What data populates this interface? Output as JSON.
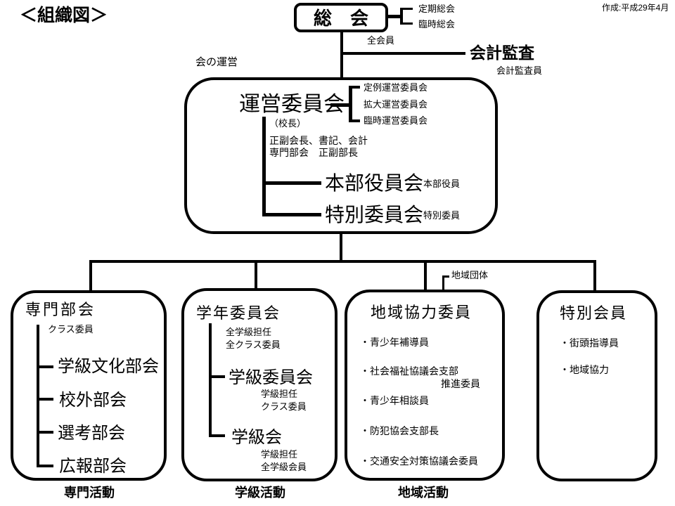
{
  "doc": {
    "title": "＜組織図＞",
    "created": "作成:平成29年4月"
  },
  "assembly": {
    "name": "総　会",
    "sub_items": [
      "定期総会",
      "臨時総会"
    ],
    "members": "全会員"
  },
  "audit": {
    "name": "会計監査",
    "members": "会計監査員"
  },
  "management_box": {
    "section_label": "会の運営",
    "steering": {
      "name": "運営委員会",
      "sub_items": [
        "定例運営委員会",
        "拡大運営委員会",
        "臨時運営委員会"
      ],
      "principal": "（校長）",
      "members_line1": "正副会長、書記、会計",
      "members_line2": "専門部会　正副部長"
    },
    "hq_board": {
      "name": "本部役員会",
      "members": "本部役員"
    },
    "special_committee": {
      "name": "特別委員会",
      "members": "特別委員"
    }
  },
  "specialized_box": {
    "name": "専門部会",
    "members": "クラス委員",
    "items": [
      "学級文化部会",
      "校外部会",
      "選考部会",
      "広報部会"
    ],
    "footer": "専門活動"
  },
  "grade_box": {
    "name": "学年委員会",
    "members_line1": "全学級担任",
    "members_line2": "全クラス委員",
    "class_committee": {
      "name": "学級委員会",
      "members_line1": "学級担任",
      "members_line2": "クラス委員"
    },
    "class_meeting": {
      "name": "学級会",
      "members_line1": "学級担任",
      "members_line2": "全学級会員"
    },
    "footer": "学級活動"
  },
  "regional_box": {
    "connector_label": "地域団体",
    "name": "地域協力委員",
    "items": [
      "・青少年補導員",
      "・社会福祉協議会支部",
      "推進委員",
      "・青少年相談員",
      "・防犯協会支部長",
      "・交通安全対策協議会委員"
    ],
    "footer": "地域活動"
  },
  "special_members_box": {
    "name": "特別会員",
    "items": [
      "・街頭指導員",
      "・地域協力"
    ]
  },
  "colors": {
    "ink": "#000000",
    "background": "#ffffff"
  }
}
